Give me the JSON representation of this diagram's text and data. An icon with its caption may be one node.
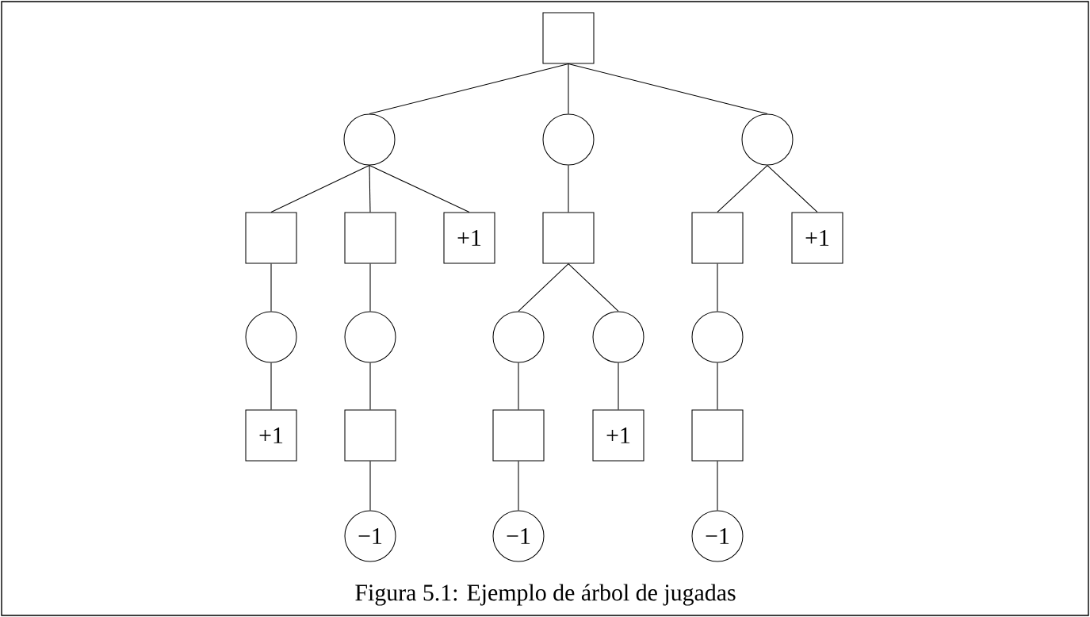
{
  "diagram": {
    "caption": "Figura 5.1: Ejemplo de árbol de jugadas",
    "nodes": [
      {
        "text": [],
        "shape": "box"
      },
      {
        "text": [],
        "shape": "circle"
      },
      {
        "text": [],
        "shape": "circle"
      },
      {
        "text": [],
        "shape": "circle"
      },
      {
        "text": [],
        "shape": "box"
      },
      {
        "text": [],
        "shape": "box"
      },
      {
        "text": [
          "+1"
        ]
      },
      {
        "text": [],
        "shape": "box"
      },
      {
        "text": [],
        "shape": "box"
      },
      {
        "text": [
          "+1"
        ]
      },
      {
        "text": [],
        "shape": "circle"
      },
      {
        "text": [],
        "shape": "circle"
      },
      {
        "text": [],
        "shape": "circle"
      },
      {
        "text": [],
        "shape": "circle"
      },
      {
        "text": [],
        "shape": "circle"
      },
      {
        "text": [
          "+1"
        ]
      },
      {
        "text": [],
        "shape": "box"
      },
      {
        "text": [],
        "shape": "box"
      },
      {
        "text": [
          "+1"
        ]
      },
      {
        "text": [],
        "shape": "box"
      },
      {
        "text": [
          "−1"
        ]
      },
      {
        "text": [
          "−1"
        ]
      },
      {
        "text": [
          "−1"
        ]
      }
    ],
    "edges": [
      {
        "from": 0,
        "to": 1,
        "arrow": "none"
      },
      {
        "from": 0,
        "to": 2,
        "arrow": "none"
      },
      {
        "from": 0,
        "to": 3,
        "arrow": "none"
      },
      {
        "from": 1,
        "to": 4,
        "arrow": "none"
      },
      {
        "from": 1,
        "to": 5,
        "arrow": "none"
      },
      {
        "from": 1,
        "to": 6,
        "arrow": "none"
      },
      {
        "from": 2,
        "to": 7,
        "arrow": "none"
      },
      {
        "from": 3,
        "to": 8,
        "arrow": "none"
      },
      {
        "from": 3,
        "to": 9,
        "arrow": "none"
      },
      {
        "from": 4,
        "to": 10,
        "arrow": "none"
      },
      {
        "from": 5,
        "to": 11,
        "arrow": "none"
      },
      {
        "from": 7,
        "to": 12,
        "arrow": "none"
      },
      {
        "from": 7,
        "to": 13,
        "arrow": "none"
      },
      {
        "from": 8,
        "to": 14,
        "arrow": "none"
      },
      {
        "from": 10,
        "to": 15,
        "arrow": "none"
      },
      {
        "from": 11,
        "to": 16,
        "arrow": "none"
      },
      {
        "from": 12,
        "to": 17,
        "arrow": "none"
      },
      {
        "from": 13,
        "to": 18,
        "arrow": "none"
      },
      {
        "from": 14,
        "to": 19,
        "arrow": "none"
      },
      {
        "from": 16,
        "to": 20,
        "arrow": "none"
      },
      {
        "from": 17,
        "to": 21,
        "arrow": "none"
      },
      {
        "from": 19,
        "to": 22,
        "arrow": "none"
      }
    ]
  }
}
